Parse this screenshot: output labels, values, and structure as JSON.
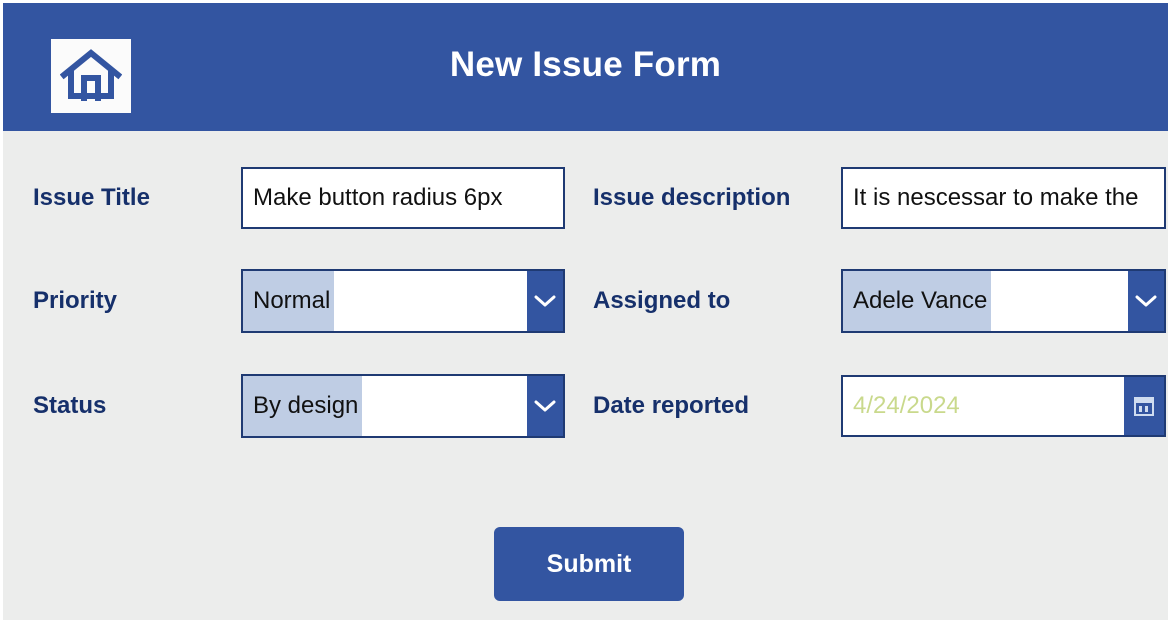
{
  "header": {
    "title": "New Issue Form",
    "home_icon": "home-icon",
    "background_color": "#3355a1"
  },
  "theme": {
    "accent": "#3355a1",
    "label_color": "#16306b",
    "page_background": "#ecedec",
    "field_border": "#1f3a73",
    "selection_highlight": "#bfcde4",
    "date_placeholder_color": "#c9d98c"
  },
  "form": {
    "fields": [
      {
        "label": "Issue Title",
        "type": "text",
        "value": "Make button radius 6px",
        "column": "left"
      },
      {
        "label": "Issue description",
        "type": "text",
        "value": "It is nescessar to make the",
        "column": "right"
      },
      {
        "label": "Priority",
        "type": "select",
        "value": "Normal",
        "icon": "chevron-down-icon",
        "column": "left"
      },
      {
        "label": "Assigned to",
        "type": "select",
        "value": "Adele Vance",
        "icon": "chevron-down-icon",
        "column": "right"
      },
      {
        "label": "Status",
        "type": "select",
        "value": "By design",
        "icon": "chevron-down-icon",
        "column": "left"
      },
      {
        "label": "Date reported",
        "type": "date",
        "value": "4/24/2024",
        "icon": "calendar-icon",
        "column": "right"
      }
    ]
  },
  "actions": {
    "submit_label": "Submit"
  }
}
